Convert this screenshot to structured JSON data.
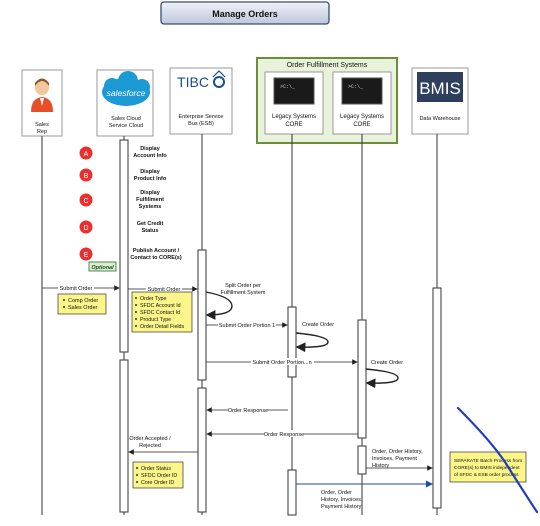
{
  "title": "Manage Orders",
  "group_title": "Order Fulfillment Systems",
  "participants": {
    "sales_rep": [
      "Sales",
      "Rep"
    ],
    "salesforce_logo": "salesforce",
    "salesforce_label": [
      "Sales Cloud",
      "Service Cloud"
    ],
    "tibco_logo": "TIBC",
    "tibco_label": [
      "Enterprise Service",
      "Bus (ESB)"
    ],
    "legacy1_label": [
      "Legacy Systems",
      "CORE"
    ],
    "legacy2_label": [
      "Legacy Systems",
      "CORE"
    ],
    "terminal_prompt": ">C:\\_",
    "bmis_logo": "BMIS",
    "bmis_label": "Data Warehouse"
  },
  "steps": [
    {
      "badge": "A",
      "lines": [
        "Display",
        "Account Info"
      ]
    },
    {
      "badge": "B",
      "lines": [
        "Display",
        "Product Info"
      ]
    },
    {
      "badge": "C",
      "lines": [
        "Display",
        "Fulfillment",
        "Systems"
      ]
    },
    {
      "badge": "D",
      "lines": [
        "Get Credit",
        "Status"
      ]
    },
    {
      "badge": "E",
      "lines": [
        "Publish Account /",
        "Contact to CORE(s)"
      ]
    }
  ],
  "optional_label": "Optional",
  "messages": {
    "submit_order_1": "Submit Order",
    "submit_order_2": "Submit Order",
    "split_order": [
      "Split Order per",
      "Fulfillment System"
    ],
    "submit_portion_1": "Submit Order Portion 1",
    "create_order_1": "Create Order",
    "submit_portion_n": "Submit Order Portion...n",
    "create_order_2": "Create Order",
    "order_response_1": "Order Response",
    "order_response_2": "Order Response",
    "accepted": [
      "Order Accepted /",
      "Rejected"
    ],
    "history_1": [
      "Order, Order History,",
      "Invoices, Payment",
      "History"
    ],
    "history_2": [
      "Order, Order",
      "History, Invoices,",
      "Payment History"
    ]
  },
  "notes": {
    "rep_note": [
      "Comp Order",
      "Sales Order"
    ],
    "sf_note": [
      "Order Type",
      "SFDC Account Id",
      "SFDC Contact Id",
      "Product Type",
      "Order Detail Fields"
    ],
    "status_note": [
      "Order Status",
      "SFDC Order ID",
      "Core Order ID"
    ],
    "batch_note": [
      "SEPARATE Batch Process from",
      "CORE(s) to BMIS independent",
      "of SFDC & ESB order process"
    ]
  },
  "colors": {
    "title_fill": "#cfd8e6",
    "title_border": "#3a4e73",
    "group_fill": "#e9f2da",
    "group_border": "#6b8e3a",
    "badge_red": "#e8302f",
    "note_yellow": "#fbf58a",
    "optional_fill": "#d8f0d0",
    "arrow_blue": "#1f4e9a",
    "salesforce_blue": "#1c9ad6",
    "tibco_blue": "#1a4f8b",
    "bmis_bg": "#2d3f5c"
  }
}
